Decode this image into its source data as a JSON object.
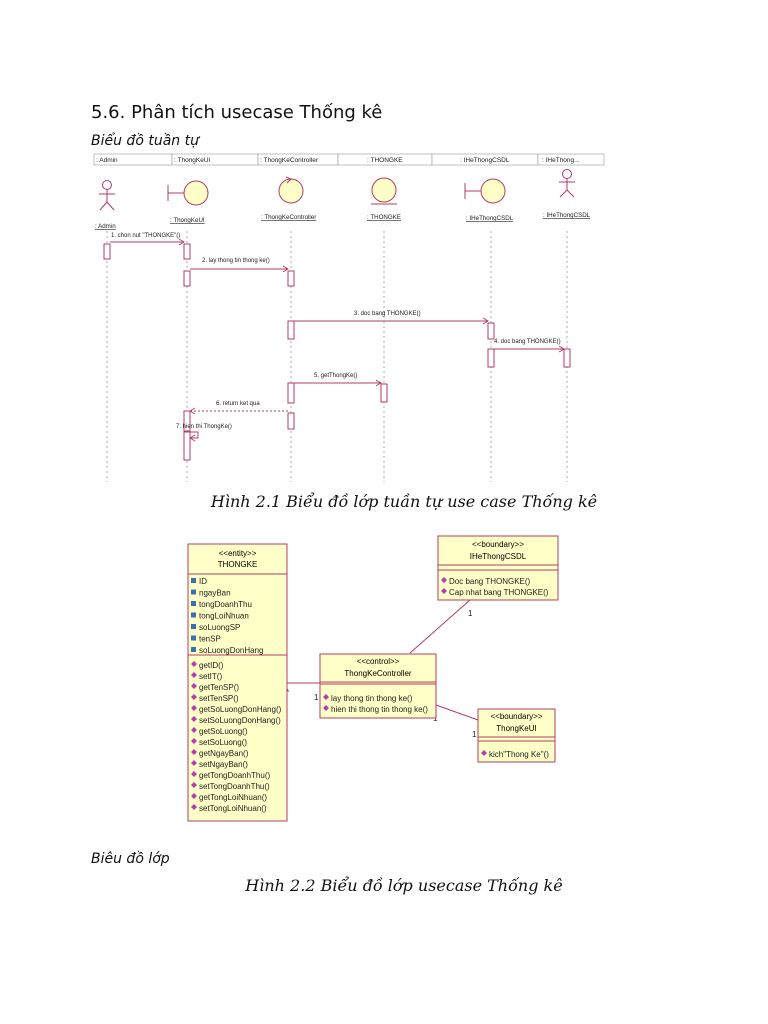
{
  "heading": "5.6. Phân tích usecase Thống kê",
  "subtitle_sequence": "Biểu đồ tuần tự",
  "caption_1": "Hình 2.1 Biểu đồ lớp tuần tự use case Thống kê",
  "label_class_diagram": "Biêu đồ lớp",
  "caption_2": "Hình 2.2 Biểu đồ lớp usecase Thống kê",
  "sequence": {
    "headers": [
      ": Admin",
      ": ThongKeUI",
      ": ThongKeController",
      ": THONGKE",
      ": IHeThongCSDL",
      ": IHeThong..."
    ],
    "lifelines": [
      ": Admin",
      ": ThongKeUI",
      ": ThongKeController",
      ": THONGKE",
      ": IHeThongCSDL",
      ": IHeThongCSDL"
    ],
    "messages": [
      "1. chon nut \"THONGKE\"()",
      "2. lay thong tin thong ke()",
      "3. doc bang THONGKE()",
      "4. doc bang THONGKE()",
      "5. getThongKe()",
      "6. return ket qua",
      "7. hien thi ThongKe()"
    ]
  },
  "class_diagram": {
    "thongke": {
      "stereotype": "<<entity>>",
      "name": "THONGKE",
      "attributes": [
        "ID",
        "ngayBan",
        "tongDoanhThu",
        "tongLoiNhuan",
        "soLuongSP",
        "tenSP",
        "soLuongDonHang"
      ],
      "methods": [
        "getID()",
        "setIT()",
        "getTenSP()",
        "setTenSP()",
        "getSoLuongDonHang()",
        "setSoLuongDonHang()",
        "getSoLuong()",
        "setSoLuong()",
        "getNgayBan()",
        "setNgayBan()",
        "getTongDoanhThu()",
        "setTongDoanhThu()",
        "getTongLoiNhuan()",
        "setTongLoiNhuan()"
      ]
    },
    "controller": {
      "stereotype": "<<control>>",
      "name": "ThongKeController",
      "methods": [
        "lay thong tin thong ke()",
        "hien thi thong tin thong ke()"
      ]
    },
    "csdl": {
      "stereotype": "<<boundary>>",
      "name": "IHeThongCSDL",
      "methods": [
        "Doc bang THONGKE()",
        "Cap nhat bang THONGKE()"
      ]
    },
    "ui": {
      "stereotype": "<<boundary>>",
      "name": "ThongKeUI",
      "methods": [
        "kich\"Thong Ke\"()"
      ]
    },
    "multiplicities": [
      "*",
      "1",
      "*",
      "1",
      "1",
      "1"
    ]
  }
}
